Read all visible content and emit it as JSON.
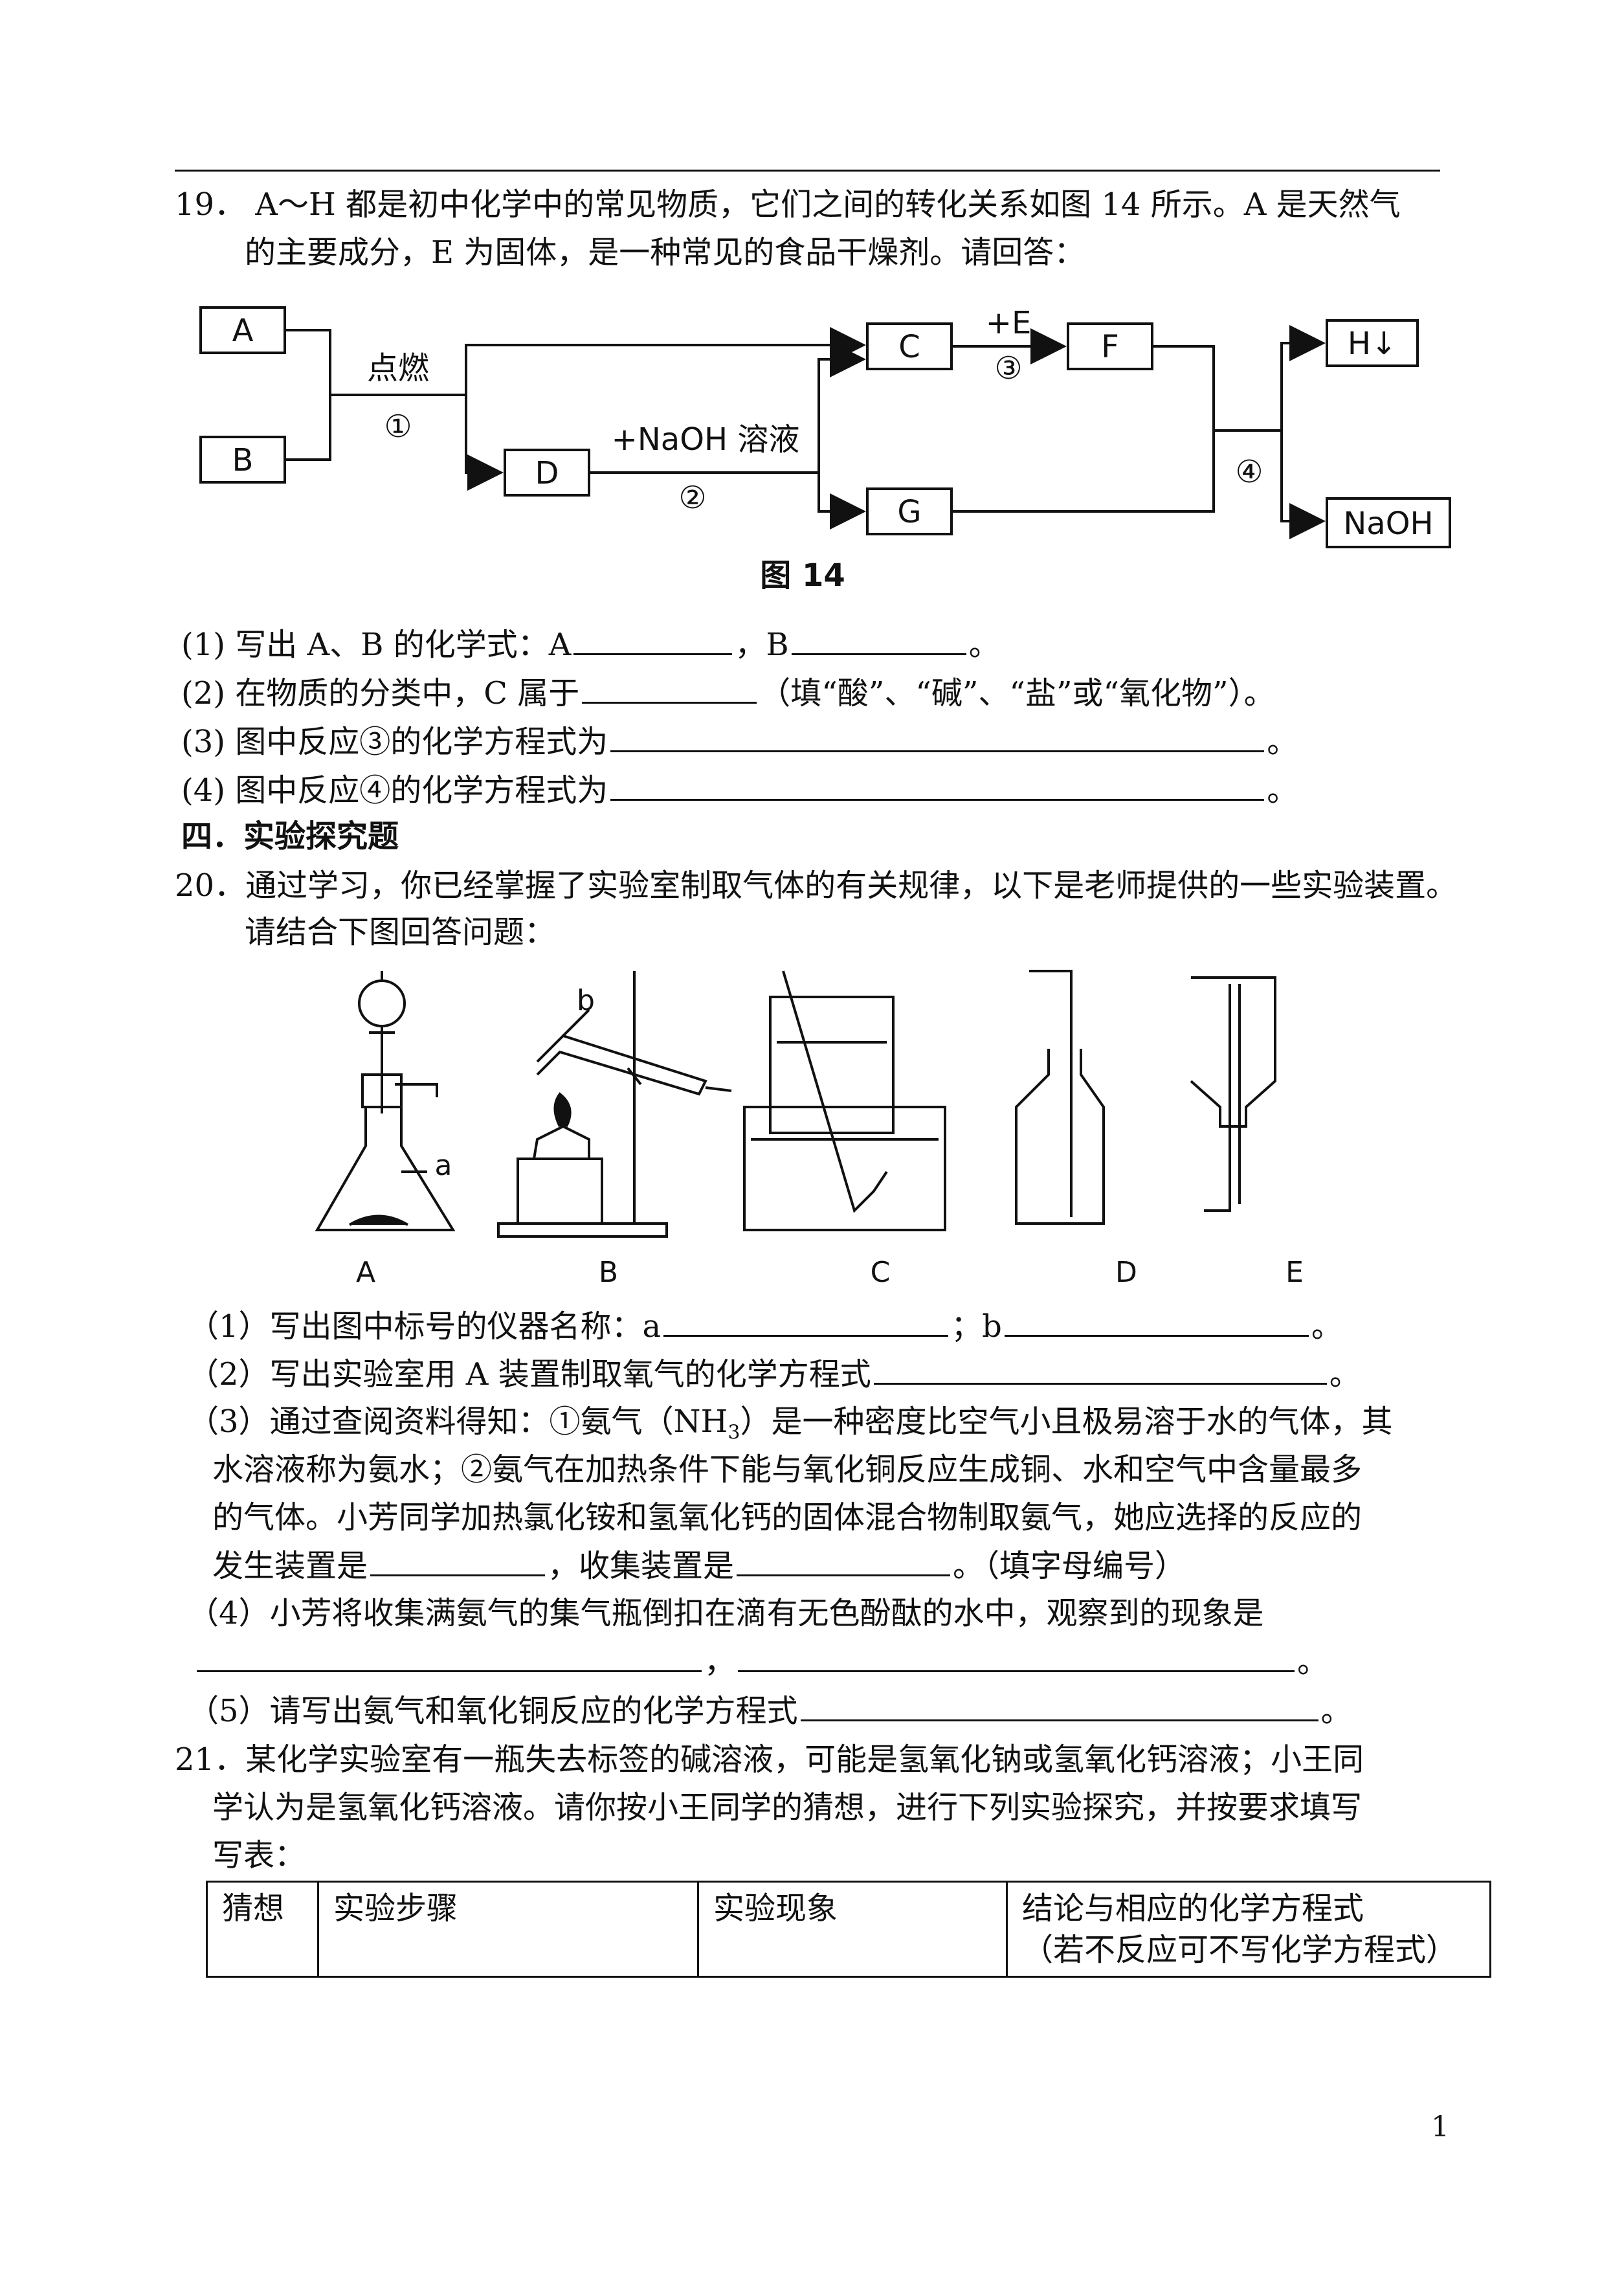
{
  "q19": {
    "intro_line1": "19．  A～H 都是初中化学中的常见物质，它们之间的转化关系如图 14 所示。A 是天然气",
    "intro_line2": "的主要成分，E 为固体，是一种常见的食品干燥剂。请回答：",
    "diagram": {
      "box_A": "A",
      "box_B": "B",
      "box_C": "C",
      "box_D": "D",
      "box_F": "F",
      "box_G": "G",
      "box_H": "H↓",
      "box_NaOH": "NaOH",
      "label_ignite": "点燃",
      "label_step1": "①",
      "label_naoh": "+NaOH 溶液",
      "label_step2": "②",
      "label_e": "+E",
      "label_step3": "③",
      "label_step4": "④",
      "caption": "图 14"
    },
    "p1_a": "(1)  写出 A、B 的化学式：A",
    "p1_b": "，B",
    "p1_end": "。",
    "p2_a": "(2)  在物质的分类中，C 属于",
    "p2_b": "（填“酸”、“碱”、“盐”或“氧化物”）。",
    "p3_a": "(3)  图中反应③的化学方程式为",
    "p3_end": "。",
    "p4_a": "(4)  图中反应④的化学方程式为",
    "p4_end": "。"
  },
  "section4": {
    "title": "四．实验探究题"
  },
  "q20": {
    "intro_line1": "20．通过学习，你已经掌握了实验室制取气体的有关规律，以下是老师提供的一些实验装置。",
    "intro_line2": "请结合下图回答问题：",
    "apparatus": {
      "label_a": "a",
      "label_b": "b",
      "A": "A",
      "B": "B",
      "C": "C",
      "D": "D",
      "E": "E"
    },
    "p1_a": "（1）写出图中标号的仪器名称：a",
    "p1_b": "；b",
    "p1_end": "。",
    "p2_a": "（2）写出实验室用 A 装置制取氧气的化学方程式",
    "p2_end": "。",
    "p3_l1a": "（3）通过查阅资料得知：①氨气（NH",
    "p3_sub": "3",
    "p3_l1b": "）是一种密度比空气小且极易溶于水的气体，其",
    "p3_l2": "水溶液称为氨水；②氨气在加热条件下能与氧化铜反应生成铜、水和空气中含量最多",
    "p3_l3": "的气体。小芳同学加热氯化铵和氢氧化钙的固体混合物制取氨气，她应选择的反应的",
    "p3_l4a": "发生装置是",
    "p3_l4b": "，收集装置是",
    "p3_l4c": "。（填字母编号）",
    "p4_l1": "（4）小芳将收集满氨气的集气瓶倒扣在滴有无色酚酞的水中，观察到的现象是",
    "p4_mid": "，",
    "p4_end": "。",
    "p5_a": "（5）请写出氨气和氧化铜反应的化学方程式",
    "p5_end": "。"
  },
  "q21": {
    "intro_line1": "21．某化学实验室有一瓶失去标签的碱溶液，可能是氢氧化钠或氢氧化钙溶液；小王同",
    "intro_line2": "学认为是氢氧化钙溶液。请你按小王同学的猜想，进行下列实验探究，并按要求填写",
    "intro_line3": "写表：",
    "table": {
      "col1": "猜想",
      "col2": "实验步骤",
      "col3": "实验现象",
      "col4_l1": "结论与相应的化学方程式",
      "col4_l2": "（若不反应可不写化学方程式）"
    }
  },
  "page_number": "1"
}
